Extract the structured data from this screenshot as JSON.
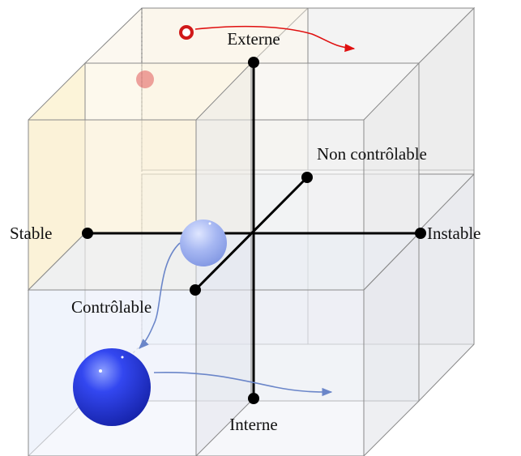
{
  "labels": {
    "top": "Externe",
    "bottom": "Interne",
    "left": "Stable",
    "right": "Instable",
    "depth_back": "Non contrôlable",
    "depth_front": "Contrôlable"
  },
  "colors": {
    "axis": "#000000",
    "blue_sphere": "#2a3ee8",
    "blue_arrow": "#6b86c9",
    "red_marker": "#d01818",
    "red_arrow": "#e01010",
    "cube_edge": "#8a8a8a"
  }
}
